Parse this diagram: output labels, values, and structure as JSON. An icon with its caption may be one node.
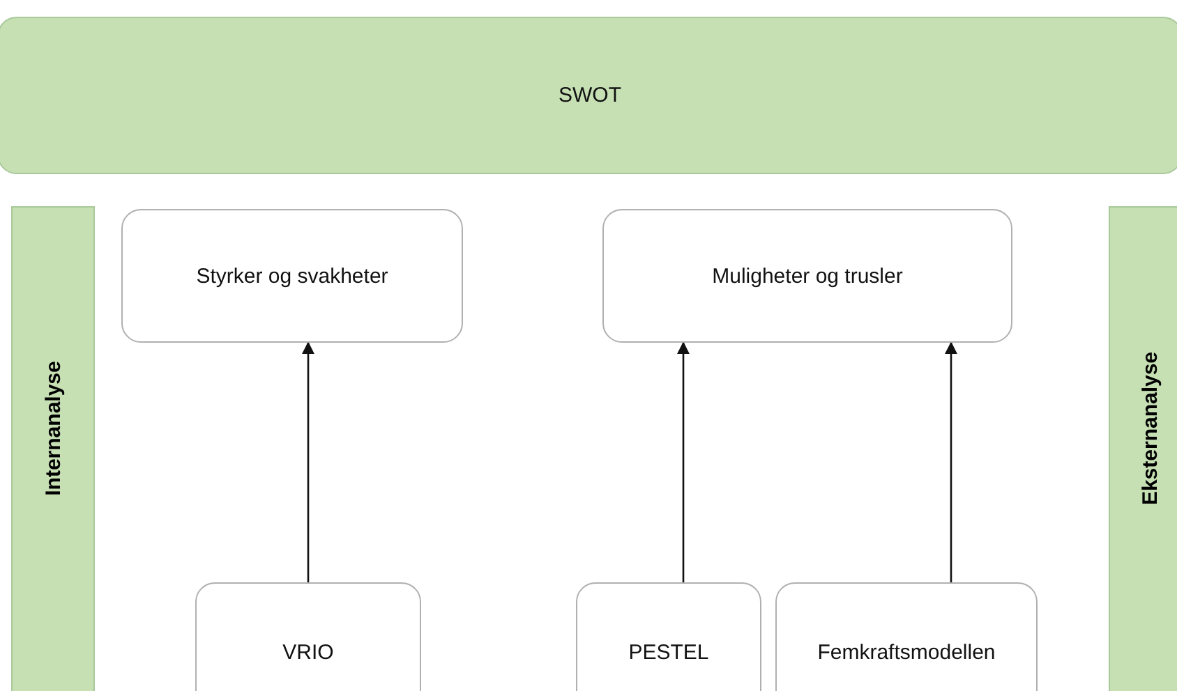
{
  "diagram": {
    "nodes": [
      {
        "text": [
          "SWOT"
        ]
      },
      {
        "text": [
          "Internanalyse"
        ]
      },
      {
        "text": [
          "Styrker og svakheter"
        ]
      },
      {
        "text": [
          "Muligheter og trusler"
        ]
      },
      {
        "text": [
          "Eksternanalyse"
        ]
      },
      {
        "text": [
          "VRIO"
        ]
      },
      {
        "text": [
          "PESTEL"
        ]
      },
      {
        "text": [
          "Femkraftsmodellen"
        ]
      }
    ],
    "edges": [
      {
        "from": 5,
        "to": 2,
        "arrow": "to"
      },
      {
        "from": 6,
        "to": 3,
        "arrow": "to"
      },
      {
        "from": 7,
        "to": 3,
        "arrow": "to"
      }
    ]
  }
}
